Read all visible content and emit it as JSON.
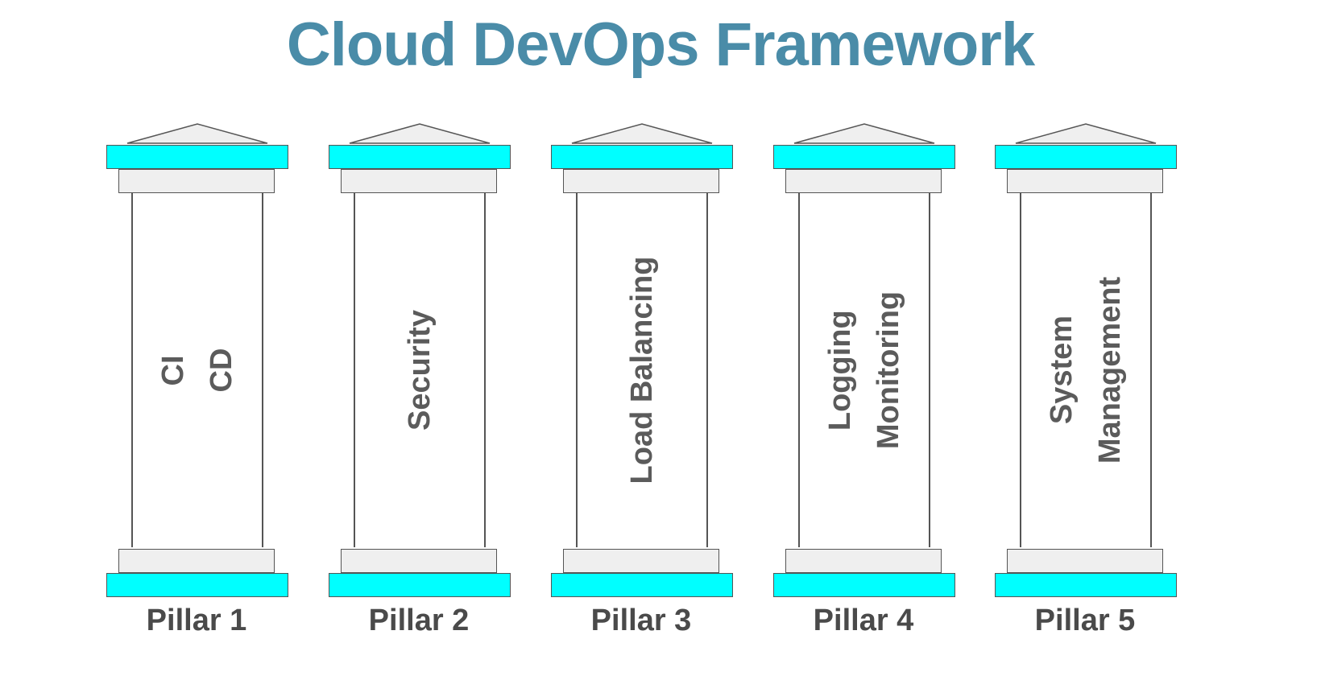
{
  "title": "Cloud DevOps Framework",
  "pillars": [
    {
      "lines": [
        "CI",
        "CD"
      ],
      "label": "Pillar 1"
    },
    {
      "lines": [
        "Security"
      ],
      "label": "Pillar 2"
    },
    {
      "lines": [
        "Load Balancing"
      ],
      "label": "Pillar 3"
    },
    {
      "lines": [
        "Logging",
        "Monitoring"
      ],
      "label": "Pillar 4"
    },
    {
      "lines": [
        "System",
        "Management"
      ],
      "label": "Pillar 5"
    }
  ],
  "colors": {
    "title": "#4a8ca8",
    "cap": "#00ffff",
    "plate": "#efefef",
    "text": "#5b5b5b"
  }
}
